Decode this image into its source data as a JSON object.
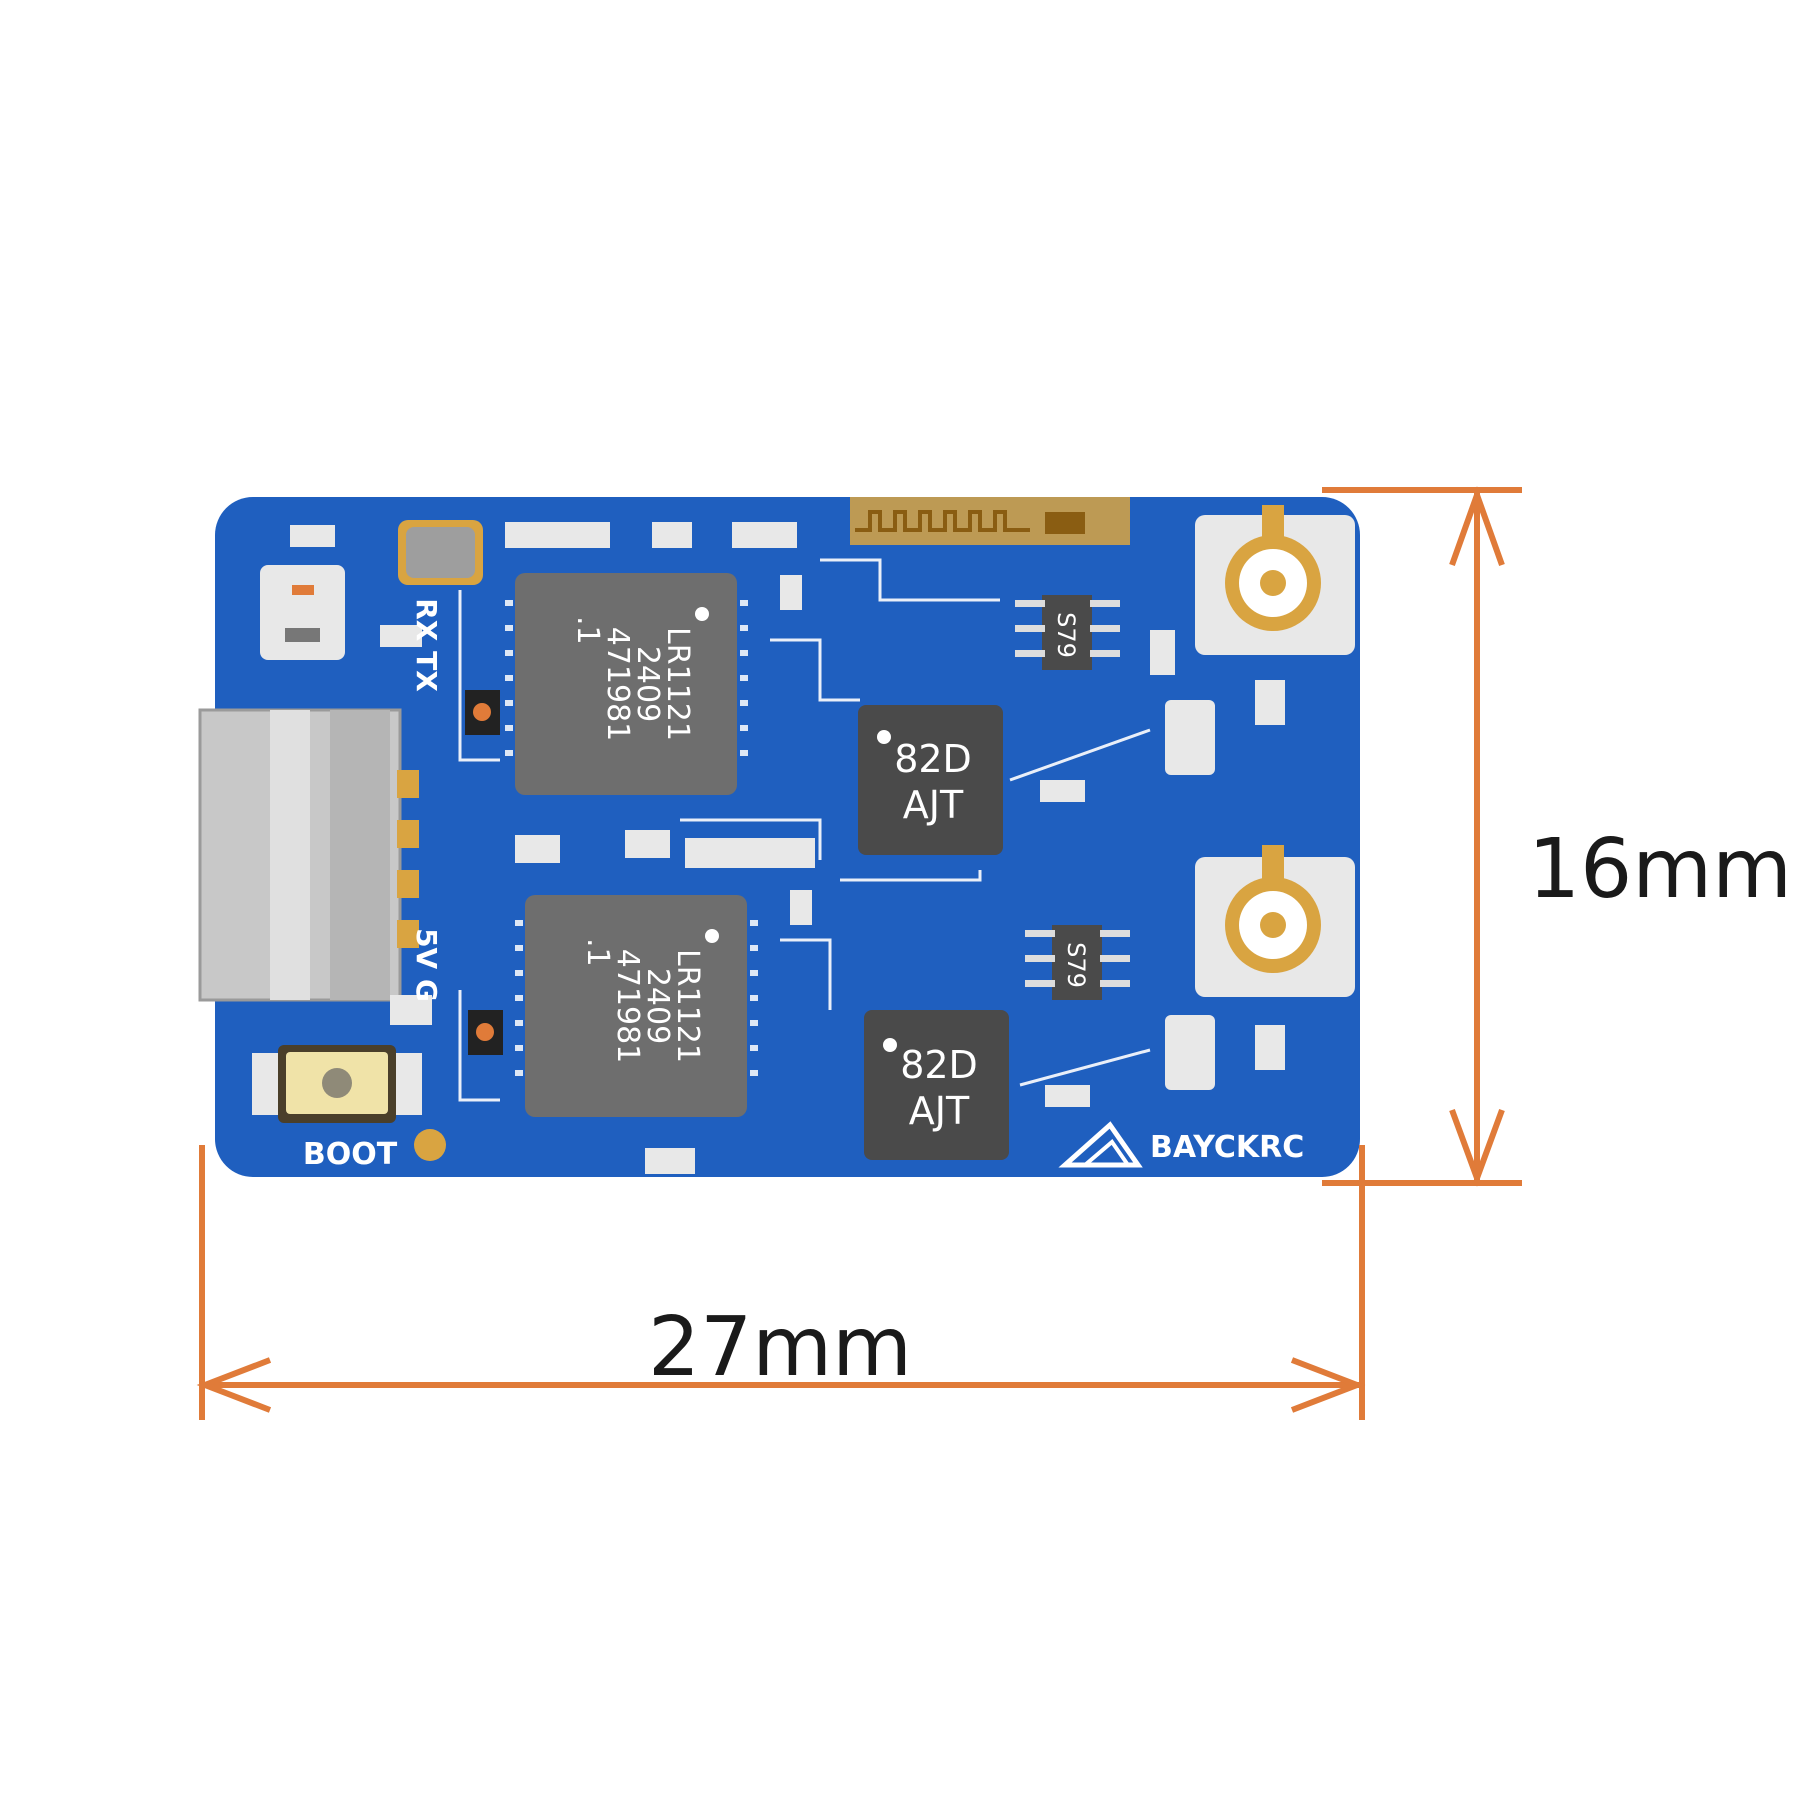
{
  "dimensions": {
    "width_label": "27mm",
    "height_label": "16mm"
  },
  "board": {
    "chip_top": {
      "line1": "LR1121",
      "line2": "2409",
      "line3": "471981",
      "line4": ".1"
    },
    "chip_bottom": {
      "line1": "LR1121",
      "line2": "2409",
      "line3": "471981",
      "line4": ".1"
    },
    "amp_top": {
      "line1": "82D",
      "line2": "AJT"
    },
    "amp_bottom": {
      "line1": "82D",
      "line2": "AJT"
    },
    "switch_top": "S79",
    "switch_bottom": "S79",
    "pin_label_rx_tx": "RX TX",
    "pin_label_5v_g": "5V G",
    "boot_label": "BOOT",
    "brand": "BAYCKRC"
  },
  "colors": {
    "pcb": "#1f5fbf",
    "pcb_trace": "#ffffff",
    "chip": "#6e6e6e",
    "amp_chip": "#4a4a4a",
    "gold": "#d9a441",
    "dimension_line": "#e07b39",
    "connector": "#c8c8c8"
  }
}
